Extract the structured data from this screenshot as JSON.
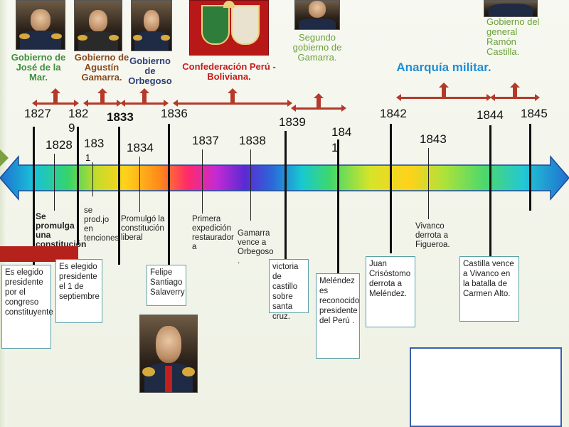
{
  "governments": {
    "la_mar": "Gobierno de José de la Mar.",
    "gamarra": "Gobierno de Agustín Gamarra.",
    "orbegoso": "Gobierno de Orbegoso",
    "confederacion": "Confederación Perú - Boliviana.",
    "segundo_gamarra": "Segundo gobierno de Gamarra.",
    "anarquia": "Anarquía militar.",
    "castilla": "Gobierno del general Ramón Castilla."
  },
  "years_top": {
    "y1827": "1827",
    "y1829a": "182",
    "y1829b": "9",
    "y1833": "1833",
    "y1836": "1836",
    "y1839": "1839",
    "y1841a": "184",
    "y1841b": "1",
    "y1842": "1842",
    "y1844": "1844",
    "y1845": "1845"
  },
  "years_bottom": {
    "y1828": "1828",
    "y1831a": "183",
    "y1831b": "1",
    "y1834": "1834",
    "y1837": "1837",
    "y1838": "1838",
    "y1843": "1843"
  },
  "notes": {
    "n1828": "Se promulga una constitución",
    "n1831": "se prod.jo en tenciones",
    "n1834": "Promulgó la constitución liberal",
    "n1837": "Primera expedición restaurador a",
    "n1838": "Gamarra vence a Orbegoso .",
    "n1843": "Vivanco derrota a Figueroa."
  },
  "boxes": {
    "b1827": "Es elegido presidente por el congreso constituyente",
    "b1829": "Es elegido presidente el 1 de septiembre",
    "b1836": "Felipe Santiago Salaverry",
    "b1839": "victoria de castillo sobre santa cruz.",
    "b1841": "Meléndez es reconocido presidente del Perú .",
    "b1842": "Juan Crisóstomo derrota a Meléndez.",
    "b1844": "Castilla vence a Vivanco en la batalla de Carmen Alto."
  },
  "colors": {
    "bracket": "#b33a2a",
    "box_border": "#5aa0a8",
    "red_box": "#b5221c"
  }
}
